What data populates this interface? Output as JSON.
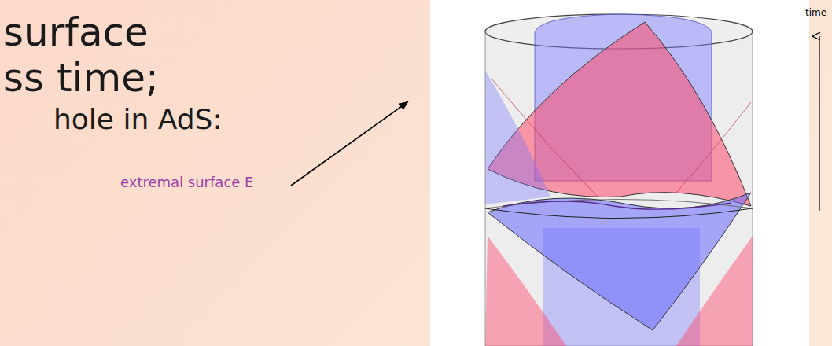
{
  "diagram": {
    "labels": [
      "surface",
      "ss time;",
      "hole in AdS:",
      "extremal surface E",
      "time"
    ]
  }
}
